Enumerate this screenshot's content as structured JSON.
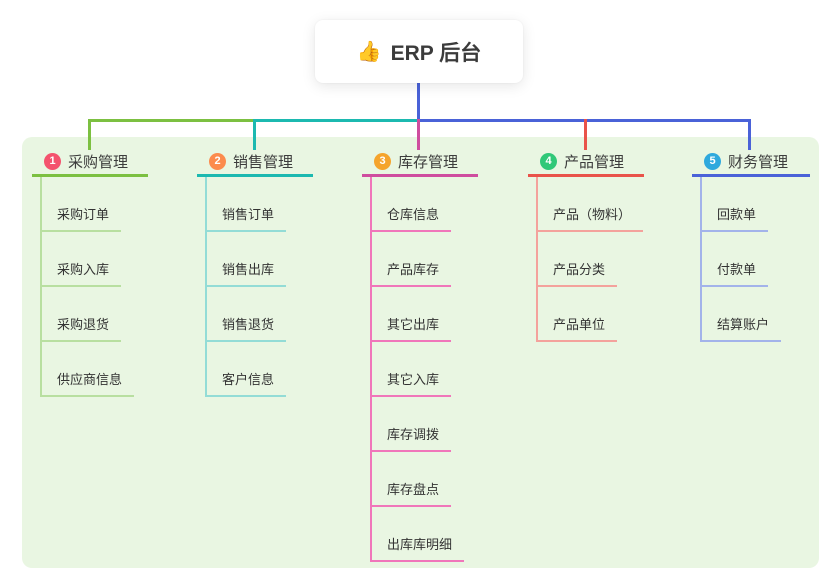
{
  "root": {
    "icon": "👍",
    "label": "ERP 后台"
  },
  "panel": {
    "background": "#e9f6e2"
  },
  "connector_color": "#4a62d8",
  "branches": [
    {
      "num": "1",
      "label": "采购管理",
      "line_color": "#7cc041",
      "child_line_color": "#b8dfa0",
      "badge_color": "#f4536e",
      "children": [
        "采购订单",
        "采购入库",
        "采购退货",
        "供应商信息"
      ]
    },
    {
      "num": "2",
      "label": "销售管理",
      "line_color": "#1cb9b0",
      "child_line_color": "#93dcd6",
      "badge_color": "#fc8b4d",
      "children": [
        "销售订单",
        "销售出库",
        "销售退货",
        "客户信息"
      ]
    },
    {
      "num": "3",
      "label": "库存管理",
      "line_color": "#cf4d9f",
      "child_line_color": "#f076ba",
      "badge_color": "#f5a42c",
      "children": [
        "仓库信息",
        "产品库存",
        "其它出库",
        "其它入库",
        "库存调拨",
        "库存盘点",
        "出库库明细"
      ]
    },
    {
      "num": "4",
      "label": "产品管理",
      "line_color": "#e9534a",
      "child_line_color": "#f4a29c",
      "badge_color": "#30c878",
      "children": [
        "产品（物料）",
        "产品分类",
        "产品单位"
      ]
    },
    {
      "num": "5",
      "label": "财务管理",
      "line_color": "#4a62d8",
      "child_line_color": "#a3b3ea",
      "badge_color": "#2fa9dd",
      "children": [
        "回款单",
        "付款单",
        "结算账户"
      ]
    }
  ]
}
